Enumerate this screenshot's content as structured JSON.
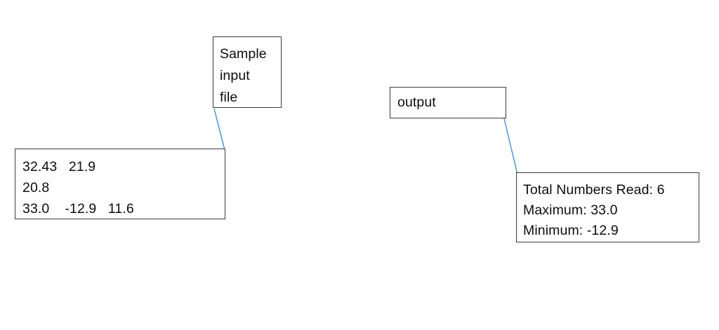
{
  "diagram": {
    "background_color": "#ffffff",
    "box_border_color": "#3b3b3b",
    "connector_color": "#5b9bd5",
    "text_color": "#0d0d0d",
    "input_note": {
      "lines": [
        "Sample",
        "input",
        "file"
      ]
    },
    "input_data": {
      "lines": [
        "32.43   21.9",
        "20.8",
        "33.0    -12.9   11.6"
      ],
      "values": [
        32.43,
        21.9,
        20.8,
        33.0,
        -12.9,
        11.6
      ]
    },
    "output_note": {
      "label": "output"
    },
    "output_results": {
      "lines": [
        "Total Numbers Read: 6",
        "Maximum: 33.0",
        "Minimum: -12.9"
      ],
      "total_numbers_read": 6,
      "maximum": 33.0,
      "minimum": -12.9
    }
  }
}
